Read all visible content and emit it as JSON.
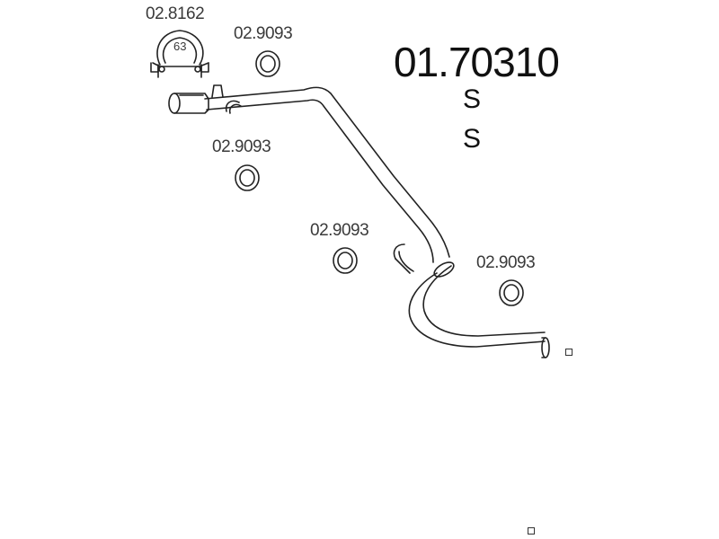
{
  "diagram": {
    "part_number": "01.70310",
    "markers": [
      "S",
      "S"
    ],
    "clamp": {
      "code": "02.8162",
      "size": "63"
    },
    "gaskets": [
      {
        "code": "02.9093"
      },
      {
        "code": "02.9093"
      },
      {
        "code": "02.9093"
      },
      {
        "code": "02.9093"
      }
    ],
    "line_color": "#222222",
    "background": "#ffffff"
  }
}
